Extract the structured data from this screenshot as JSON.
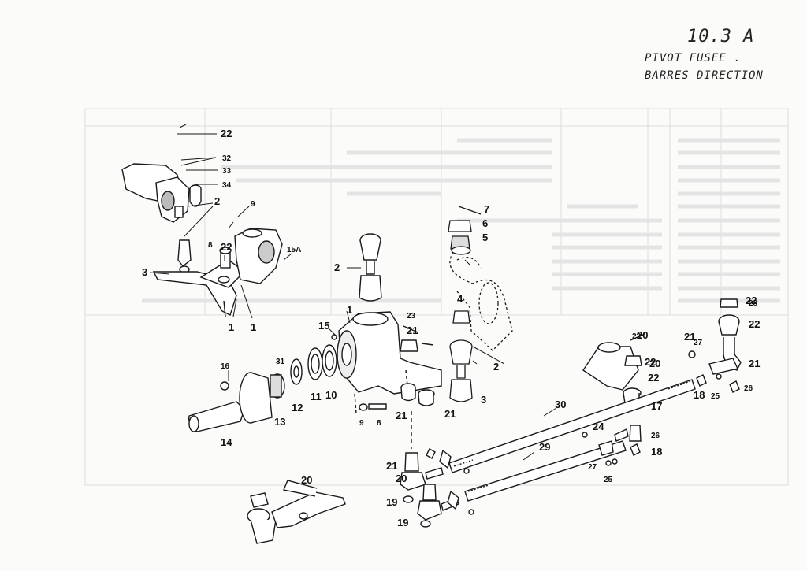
{
  "header": {
    "code": "10.3 A",
    "line1": "PIVOT FUSEE .",
    "line2": "BARRES DIRECTION"
  },
  "callouts": [
    "22",
    "32",
    "33",
    "34",
    "2",
    "9",
    "8",
    "22",
    "15A",
    "3",
    "1",
    "1",
    "7",
    "6",
    "5",
    "2",
    "4",
    "2",
    "3",
    "22",
    "21",
    "23",
    "15",
    "23",
    "22",
    "1",
    "16",
    "31",
    "12",
    "11",
    "10",
    "13",
    "14",
    "21",
    "9",
    "8",
    "21",
    "21",
    "19",
    "20",
    "19",
    "20",
    "30",
    "29",
    "24",
    "27",
    "25",
    "26",
    "18",
    "20",
    "22",
    "17",
    "21",
    "27",
    "28",
    "22",
    "21",
    "18",
    "25",
    "26",
    "20",
    "23"
  ],
  "colors": {
    "ink": "#1a1a1a",
    "paper": "#fbfbfa",
    "ghost": "#cfcfcf"
  }
}
